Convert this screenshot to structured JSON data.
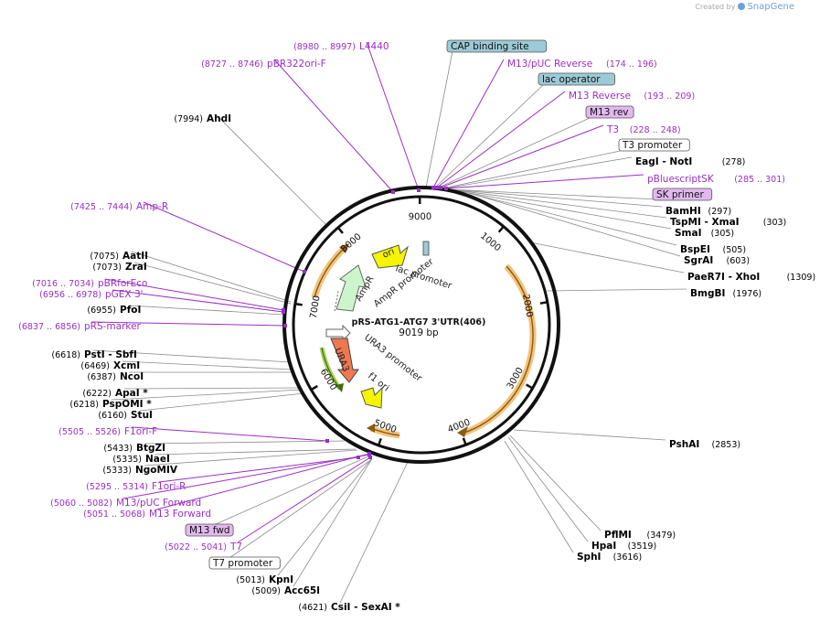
{
  "credit": {
    "prefix": "Created by",
    "brand": "SnapGene"
  },
  "plasmid": {
    "name": "pRS-ATG1-ATG7 3'UTR(406)",
    "length_label": "9019 bp",
    "total_bp": 9019
  },
  "ruler": [
    "1000",
    "2000",
    "3000",
    "4000",
    "5000",
    "6000",
    "7000",
    "8000",
    "9000"
  ],
  "colors": {
    "enzyme": "#000000",
    "primer": "#9b2fc4",
    "feature_box": "#9ccad6",
    "primer_box": "#e2b8ef",
    "promoter_arrow": "#8c8c8c"
  },
  "labels": [
    {
      "name": "L4440",
      "pos": "(8980 .. 8997)",
      "kind": "primer"
    },
    {
      "name": "pBR322ori-F",
      "pos": "(8727 .. 8746)",
      "kind": "primer"
    },
    {
      "name": "AhdI",
      "pos": "(7994)",
      "kind": "enzyme"
    },
    {
      "name": "Amp-R",
      "pos": "(7425 .. 7444)",
      "kind": "primer"
    },
    {
      "name": "AatII",
      "pos": "(7075)",
      "kind": "enzyme"
    },
    {
      "name": "ZraI",
      "pos": "(7073)",
      "kind": "enzyme"
    },
    {
      "name": "pBRforEco",
      "pos": "(7016 .. 7034)",
      "kind": "primer"
    },
    {
      "name": "pGEX 3'",
      "pos": "(6956 .. 6978)",
      "kind": "primer"
    },
    {
      "name": "PfoI",
      "pos": "(6955)",
      "kind": "enzyme"
    },
    {
      "name": "pRS-marker",
      "pos": "(6837 .. 6856)",
      "kind": "primer"
    },
    {
      "name": "PstI  - SbfI",
      "pos": "(6618)",
      "kind": "enzyme"
    },
    {
      "name": "XcmI",
      "pos": "(6469)",
      "kind": "enzyme"
    },
    {
      "name": "NcoI",
      "pos": "(6387)",
      "kind": "enzyme"
    },
    {
      "name": "ApaI *",
      "pos": "(6222)",
      "kind": "enzyme"
    },
    {
      "name": "PspOMI *",
      "pos": "(6218)",
      "kind": "enzyme"
    },
    {
      "name": "StuI",
      "pos": "(6160)",
      "kind": "enzyme"
    },
    {
      "name": "F1ori-F",
      "pos": "(5505 .. 5526)",
      "kind": "primer"
    },
    {
      "name": "BtgZI",
      "pos": "(5433)",
      "kind": "enzyme"
    },
    {
      "name": "NaeI",
      "pos": "(5335)",
      "kind": "enzyme"
    },
    {
      "name": "NgoMIV",
      "pos": "(5333)",
      "kind": "enzyme"
    },
    {
      "name": "F1ori-R",
      "pos": "(5295 .. 5314)",
      "kind": "primer"
    },
    {
      "name": "M13/pUC Forward",
      "pos": "(5060 .. 5082)",
      "kind": "primer"
    },
    {
      "name": "M13 Forward",
      "pos": "(5051 .. 5068)",
      "kind": "primer"
    },
    {
      "name": "M13 fwd",
      "pos": "",
      "kind": "primer_box"
    },
    {
      "name": "T7",
      "pos": "(5022 .. 5041)",
      "kind": "primer"
    },
    {
      "name": "T7 promoter",
      "pos": "",
      "kind": "feature_white"
    },
    {
      "name": "KpnI",
      "pos": "(5013)",
      "kind": "enzyme"
    },
    {
      "name": "Acc65I",
      "pos": "(5009)",
      "kind": "enzyme"
    },
    {
      "name": "CsiI  - SexAI *",
      "pos": "(4621)",
      "kind": "enzyme"
    },
    {
      "name": "CAP binding site",
      "pos": "",
      "kind": "feature_box"
    },
    {
      "name": "M13/pUC Reverse",
      "pos": "(174 .. 196)",
      "kind": "primer"
    },
    {
      "name": "lac operator",
      "pos": "",
      "kind": "feature_box"
    },
    {
      "name": "M13 Reverse",
      "pos": "(193 .. 209)",
      "kind": "primer"
    },
    {
      "name": "M13 rev",
      "pos": "",
      "kind": "primer_box"
    },
    {
      "name": "T3",
      "pos": "(228 .. 248)",
      "kind": "primer"
    },
    {
      "name": "T3 promoter",
      "pos": "",
      "kind": "feature_white"
    },
    {
      "name": "EagI  - NotI",
      "pos": "(278)",
      "kind": "enzyme"
    },
    {
      "name": "pBluescriptSK",
      "pos": "(285 .. 301)",
      "kind": "primer"
    },
    {
      "name": "SK primer",
      "pos": "",
      "kind": "primer_box"
    },
    {
      "name": "BamHI",
      "pos": "(297)",
      "kind": "enzyme"
    },
    {
      "name": "TspMI  - XmaI",
      "pos": "(303)",
      "kind": "enzyme"
    },
    {
      "name": "SmaI",
      "pos": "(305)",
      "kind": "enzyme"
    },
    {
      "name": "BspEI",
      "pos": "(505)",
      "kind": "enzyme"
    },
    {
      "name": "SgrAI",
      "pos": "(603)",
      "kind": "enzyme"
    },
    {
      "name": "PaeR7I  - XhoI",
      "pos": "(1309)",
      "kind": "enzyme"
    },
    {
      "name": "BmgBI",
      "pos": "(1976)",
      "kind": "enzyme"
    },
    {
      "name": "PshAI",
      "pos": "(2853)",
      "kind": "enzyme"
    },
    {
      "name": "PflMI",
      "pos": "(3479)",
      "kind": "enzyme"
    },
    {
      "name": "HpaI",
      "pos": "(3519)",
      "kind": "enzyme"
    },
    {
      "name": "SphI",
      "pos": "(3616)",
      "kind": "enzyme"
    }
  ],
  "inner_features": [
    {
      "name": "ori"
    },
    {
      "name": "lac promoter"
    },
    {
      "name": "AmpR"
    },
    {
      "name": "AmpR promoter"
    },
    {
      "name": "URA3"
    },
    {
      "name": "URA3 promoter"
    },
    {
      "name": "f1 ori"
    }
  ]
}
